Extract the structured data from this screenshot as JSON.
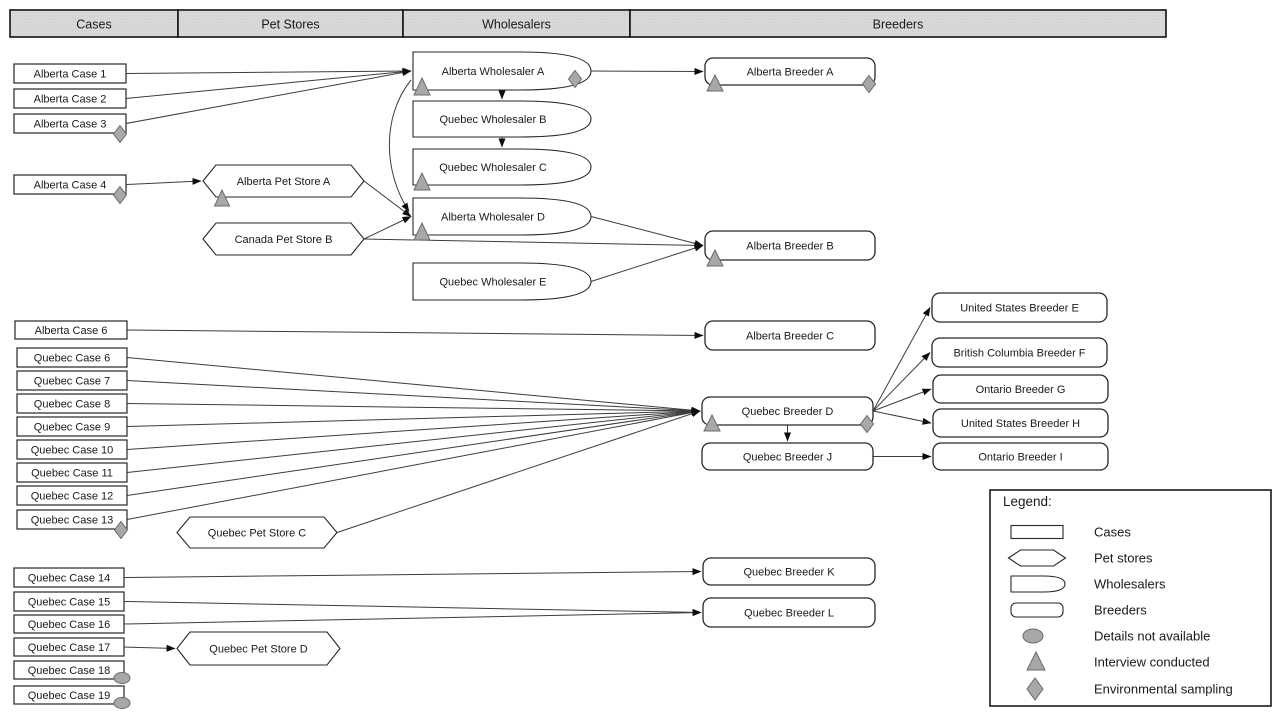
{
  "headers": [
    {
      "id": "cases",
      "label": "Cases"
    },
    {
      "id": "pet-stores",
      "label": "Pet Stores"
    },
    {
      "id": "wholesalers",
      "label": "Wholesalers"
    },
    {
      "id": "breeders",
      "label": "Breeders"
    }
  ],
  "nodes": [
    {
      "id": "alberta-case-1",
      "type": "case",
      "label": "Alberta Case 1",
      "markers": []
    },
    {
      "id": "alberta-case-2",
      "type": "case",
      "label": "Alberta Case 2",
      "markers": []
    },
    {
      "id": "alberta-case-3",
      "type": "case",
      "label": "Alberta Case 3",
      "markers": [
        "sampling"
      ]
    },
    {
      "id": "alberta-case-4",
      "type": "case",
      "label": "Alberta Case 4",
      "markers": [
        "sampling"
      ]
    },
    {
      "id": "alberta-case-6",
      "type": "case",
      "label": "Alberta Case 6",
      "markers": []
    },
    {
      "id": "quebec-case-6",
      "type": "case",
      "label": "Quebec Case 6",
      "markers": []
    },
    {
      "id": "quebec-case-7",
      "type": "case",
      "label": "Quebec Case 7",
      "markers": []
    },
    {
      "id": "quebec-case-8",
      "type": "case",
      "label": "Quebec Case 8",
      "markers": []
    },
    {
      "id": "quebec-case-9",
      "type": "case",
      "label": "Quebec Case 9",
      "markers": []
    },
    {
      "id": "quebec-case-10",
      "type": "case",
      "label": "Quebec Case 10",
      "markers": []
    },
    {
      "id": "quebec-case-11",
      "type": "case",
      "label": "Quebec Case 11",
      "markers": []
    },
    {
      "id": "quebec-case-12",
      "type": "case",
      "label": "Quebec Case 12",
      "markers": []
    },
    {
      "id": "quebec-case-13",
      "type": "case",
      "label": "Quebec Case 13",
      "markers": [
        "sampling"
      ]
    },
    {
      "id": "quebec-case-14",
      "type": "case",
      "label": "Quebec Case 14",
      "markers": []
    },
    {
      "id": "quebec-case-15",
      "type": "case",
      "label": "Quebec Case 15",
      "markers": []
    },
    {
      "id": "quebec-case-16",
      "type": "case",
      "label": "Quebec Case 16",
      "markers": []
    },
    {
      "id": "quebec-case-17",
      "type": "case",
      "label": "Quebec Case 17",
      "markers": []
    },
    {
      "id": "quebec-case-18",
      "type": "case",
      "label": "Quebec Case 18",
      "markers": [
        "no-details"
      ]
    },
    {
      "id": "quebec-case-19",
      "type": "case",
      "label": "Quebec Case 19",
      "markers": [
        "no-details"
      ]
    },
    {
      "id": "alberta-pet-store-a",
      "type": "petstore",
      "label": "Alberta Pet Store A",
      "markers": [
        "interview"
      ]
    },
    {
      "id": "canada-pet-store-b",
      "type": "petstore",
      "label": "Canada Pet Store B",
      "markers": []
    },
    {
      "id": "quebec-pet-store-c",
      "type": "petstore",
      "label": "Quebec Pet Store C",
      "markers": []
    },
    {
      "id": "quebec-pet-store-d",
      "type": "petstore",
      "label": "Quebec Pet Store D",
      "markers": []
    },
    {
      "id": "alberta-wholesaler-a",
      "type": "wholesaler",
      "label": "Alberta Wholesaler A",
      "markers": [
        "interview",
        "sampling"
      ]
    },
    {
      "id": "quebec-wholesaler-b",
      "type": "wholesaler",
      "label": "Quebec Wholesaler B",
      "markers": []
    },
    {
      "id": "quebec-wholesaler-c",
      "type": "wholesaler",
      "label": "Quebec Wholesaler C",
      "markers": [
        "interview"
      ]
    },
    {
      "id": "alberta-wholesaler-d",
      "type": "wholesaler",
      "label": "Alberta Wholesaler D",
      "markers": [
        "interview"
      ]
    },
    {
      "id": "quebec-wholesaler-e",
      "type": "wholesaler",
      "label": "Quebec Wholesaler E",
      "markers": []
    },
    {
      "id": "alberta-breeder-a",
      "type": "breeder",
      "label": "Alberta Breeder A",
      "markers": [
        "interview",
        "sampling"
      ]
    },
    {
      "id": "alberta-breeder-b",
      "type": "breeder",
      "label": "Alberta Breeder B",
      "markers": [
        "interview"
      ]
    },
    {
      "id": "alberta-breeder-c",
      "type": "breeder",
      "label": "Alberta Breeder C",
      "markers": []
    },
    {
      "id": "quebec-breeder-d",
      "type": "breeder",
      "label": "Quebec Breeder D",
      "markers": [
        "interview",
        "sampling"
      ]
    },
    {
      "id": "quebec-breeder-j",
      "type": "breeder",
      "label": "Quebec Breeder J",
      "markers": []
    },
    {
      "id": "quebec-breeder-k",
      "type": "breeder",
      "label": "Quebec Breeder K",
      "markers": []
    },
    {
      "id": "quebec-breeder-l",
      "type": "breeder",
      "label": "Quebec Breeder L",
      "markers": []
    },
    {
      "id": "us-breeder-e",
      "type": "breeder",
      "label": "United States Breeder E",
      "markers": []
    },
    {
      "id": "bc-breeder-f",
      "type": "breeder",
      "label": "British Columbia Breeder F",
      "markers": []
    },
    {
      "id": "ontario-breeder-g",
      "type": "breeder",
      "label": "Ontario Breeder G",
      "markers": []
    },
    {
      "id": "us-breeder-h",
      "type": "breeder",
      "label": "United States Breeder H",
      "markers": []
    },
    {
      "id": "ontario-breeder-i",
      "type": "breeder",
      "label": "Ontario Breeder I",
      "markers": []
    }
  ],
  "edges": [
    {
      "from": "alberta-case-1",
      "to": "alberta-wholesaler-a",
      "kind": "straight"
    },
    {
      "from": "alberta-case-2",
      "to": "alberta-wholesaler-a",
      "kind": "straight"
    },
    {
      "from": "alberta-case-3",
      "to": "alberta-wholesaler-a",
      "kind": "straight"
    },
    {
      "from": "alberta-case-4",
      "to": "alberta-pet-store-a",
      "kind": "straight"
    },
    {
      "from": "alberta-pet-store-a",
      "to": "alberta-wholesaler-d",
      "kind": "straight"
    },
    {
      "from": "canada-pet-store-b",
      "to": "alberta-wholesaler-d",
      "kind": "straight"
    },
    {
      "from": "alberta-wholesaler-a",
      "to": "alberta-wholesaler-d",
      "kind": "curve"
    },
    {
      "from": "alberta-wholesaler-a",
      "to": "alberta-breeder-a",
      "kind": "straight"
    },
    {
      "from": "alberta-wholesaler-a",
      "to": "quebec-wholesaler-b",
      "kind": "down"
    },
    {
      "from": "quebec-wholesaler-b",
      "to": "quebec-wholesaler-c",
      "kind": "down"
    },
    {
      "from": "alberta-wholesaler-d",
      "to": "alberta-breeder-b",
      "kind": "straight"
    },
    {
      "from": "quebec-wholesaler-e",
      "to": "alberta-breeder-b",
      "kind": "straight"
    },
    {
      "from": "canada-pet-store-b",
      "to": "alberta-breeder-b",
      "kind": "straight"
    },
    {
      "from": "alberta-case-6",
      "to": "alberta-breeder-c",
      "kind": "straight"
    },
    {
      "from": "quebec-case-6",
      "to": "quebec-breeder-d",
      "kind": "straight"
    },
    {
      "from": "quebec-case-7",
      "to": "quebec-breeder-d",
      "kind": "straight"
    },
    {
      "from": "quebec-case-8",
      "to": "quebec-breeder-d",
      "kind": "straight"
    },
    {
      "from": "quebec-case-9",
      "to": "quebec-breeder-d",
      "kind": "straight"
    },
    {
      "from": "quebec-case-10",
      "to": "quebec-breeder-d",
      "kind": "straight"
    },
    {
      "from": "quebec-case-11",
      "to": "quebec-breeder-d",
      "kind": "straight"
    },
    {
      "from": "quebec-case-12",
      "to": "quebec-breeder-d",
      "kind": "straight"
    },
    {
      "from": "quebec-case-13",
      "to": "quebec-breeder-d",
      "kind": "straight"
    },
    {
      "from": "quebec-pet-store-c",
      "to": "quebec-breeder-d",
      "kind": "straight"
    },
    {
      "from": "quebec-breeder-d",
      "to": "us-breeder-e",
      "kind": "straight"
    },
    {
      "from": "quebec-breeder-d",
      "to": "bc-breeder-f",
      "kind": "straight"
    },
    {
      "from": "quebec-breeder-d",
      "to": "ontario-breeder-g",
      "kind": "straight"
    },
    {
      "from": "quebec-breeder-d",
      "to": "us-breeder-h",
      "kind": "straight"
    },
    {
      "from": "quebec-breeder-d",
      "to": "quebec-breeder-j",
      "kind": "down"
    },
    {
      "from": "quebec-breeder-j",
      "to": "ontario-breeder-i",
      "kind": "straight"
    },
    {
      "from": "quebec-case-14",
      "to": "quebec-breeder-k",
      "kind": "straight"
    },
    {
      "from": "quebec-case-15",
      "to": "quebec-breeder-l",
      "kind": "straight"
    },
    {
      "from": "quebec-case-16",
      "to": "quebec-breeder-l",
      "kind": "straight"
    },
    {
      "from": "quebec-case-17",
      "to": "quebec-pet-store-d",
      "kind": "straight"
    }
  ],
  "legend": {
    "title": "Legend:",
    "items": [
      {
        "icon": "case-shape",
        "label": "Cases"
      },
      {
        "icon": "petstore-shape",
        "label": "Pet stores"
      },
      {
        "icon": "wholesaler-shape",
        "label": "Wholesalers"
      },
      {
        "icon": "breeder-shape",
        "label": "Breeders"
      },
      {
        "icon": "no-details",
        "label": "Details not available"
      },
      {
        "icon": "interview",
        "label": "Interview conducted"
      },
      {
        "icon": "sampling",
        "label": "Environmental sampling"
      }
    ]
  },
  "colors": {
    "header_fill": "#d9d9d9",
    "node_fill": "#ffffff",
    "node_stroke": "#262626",
    "edge_stroke": "#3d3d3d",
    "marker_fill": "#a8a8a8",
    "marker_stroke": "#6b6b6b"
  }
}
